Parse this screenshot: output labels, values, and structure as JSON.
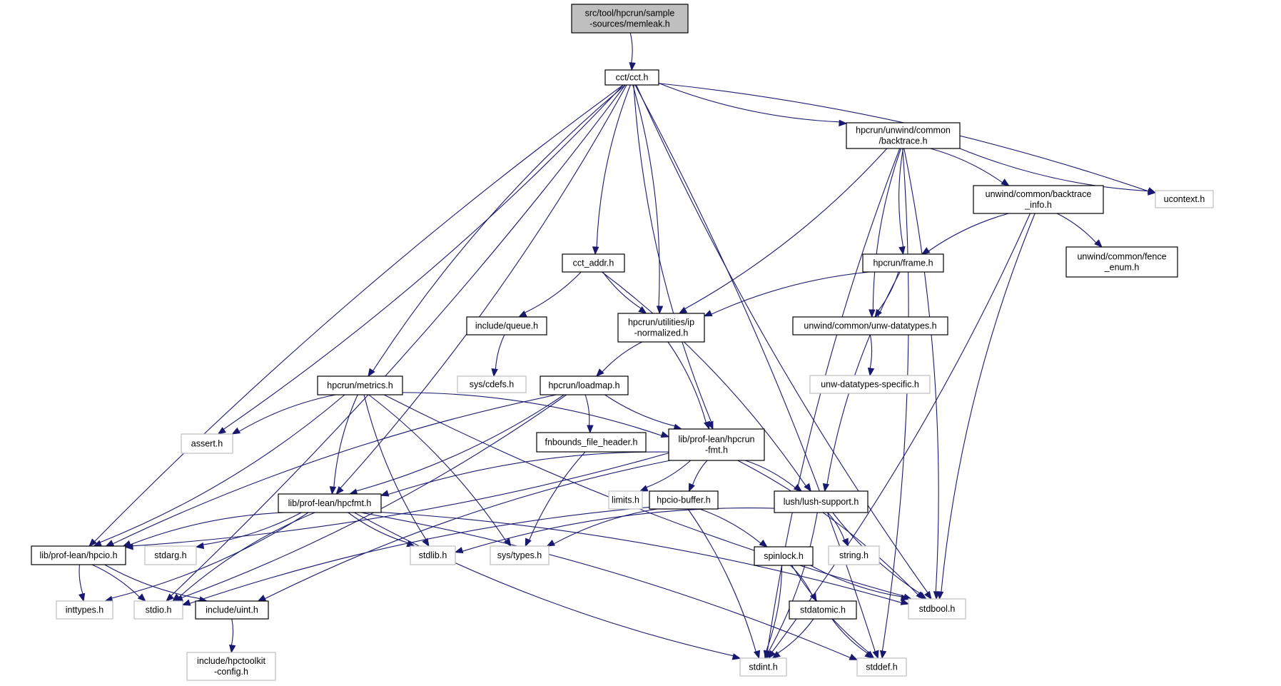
{
  "title": "Include dependency graph for memleak.h",
  "colors": {
    "edge": "#191970",
    "node_border": "#000000",
    "system_border": "#bfbfbf",
    "root_fill": "#bfbfbf"
  },
  "nodes": [
    {
      "id": "memleak",
      "lines": [
        "src/tool/hpcrun/sample",
        "-sources/memleak.h"
      ],
      "kind": "root"
    },
    {
      "id": "cct",
      "lines": [
        "cct/cct.h"
      ],
      "kind": "project"
    },
    {
      "id": "backtrace",
      "lines": [
        "hpcrun/unwind/common",
        "/backtrace.h"
      ],
      "kind": "project"
    },
    {
      "id": "ucontext",
      "lines": [
        "ucontext.h"
      ],
      "kind": "system"
    },
    {
      "id": "bt_info",
      "lines": [
        "unwind/common/backtrace",
        "_info.h"
      ],
      "kind": "project"
    },
    {
      "id": "fence",
      "lines": [
        "unwind/common/fence",
        "_enum.h"
      ],
      "kind": "project"
    },
    {
      "id": "frame",
      "lines": [
        "hpcrun/frame.h"
      ],
      "kind": "project"
    },
    {
      "id": "cct_addr",
      "lines": [
        "cct_addr.h"
      ],
      "kind": "project"
    },
    {
      "id": "ipnorm",
      "lines": [
        "hpcrun/utilities/ip",
        "-normalized.h"
      ],
      "kind": "project"
    },
    {
      "id": "unwdt",
      "lines": [
        "unwind/common/unw-datatypes.h"
      ],
      "kind": "project"
    },
    {
      "id": "queue",
      "lines": [
        "include/queue.h"
      ],
      "kind": "project"
    },
    {
      "id": "cdefs",
      "lines": [
        "sys/cdefs.h"
      ],
      "kind": "system"
    },
    {
      "id": "unwdts",
      "lines": [
        "unw-datatypes-specific.h"
      ],
      "kind": "system"
    },
    {
      "id": "metrics",
      "lines": [
        "hpcrun/metrics.h"
      ],
      "kind": "project"
    },
    {
      "id": "loadmap",
      "lines": [
        "hpcrun/loadmap.h"
      ],
      "kind": "project"
    },
    {
      "id": "assert",
      "lines": [
        "assert.h"
      ],
      "kind": "system"
    },
    {
      "id": "fnbounds",
      "lines": [
        "fnbounds_file_header.h"
      ],
      "kind": "project"
    },
    {
      "id": "hpcrunfmt",
      "lines": [
        "lib/prof-lean/hpcrun",
        "-fmt.h"
      ],
      "kind": "project"
    },
    {
      "id": "hpcfmt",
      "lines": [
        "lib/prof-lean/hpcfmt.h"
      ],
      "kind": "project"
    },
    {
      "id": "limits",
      "lines": [
        "limits.h"
      ],
      "kind": "system"
    },
    {
      "id": "hpciobuf",
      "lines": [
        "hpcio-buffer.h"
      ],
      "kind": "project"
    },
    {
      "id": "lush",
      "lines": [
        "lush/lush-support.h"
      ],
      "kind": "project"
    },
    {
      "id": "hpcio",
      "lines": [
        "lib/prof-lean/hpcio.h"
      ],
      "kind": "project"
    },
    {
      "id": "stdarg",
      "lines": [
        "stdarg.h"
      ],
      "kind": "system"
    },
    {
      "id": "stdlib",
      "lines": [
        "stdlib.h"
      ],
      "kind": "system"
    },
    {
      "id": "systypes",
      "lines": [
        "sys/types.h"
      ],
      "kind": "system"
    },
    {
      "id": "spinlock",
      "lines": [
        "spinlock.h"
      ],
      "kind": "project"
    },
    {
      "id": "string",
      "lines": [
        "string.h"
      ],
      "kind": "system"
    },
    {
      "id": "inttypes",
      "lines": [
        "inttypes.h"
      ],
      "kind": "system"
    },
    {
      "id": "stdio",
      "lines": [
        "stdio.h"
      ],
      "kind": "system"
    },
    {
      "id": "uint",
      "lines": [
        "include/uint.h"
      ],
      "kind": "project"
    },
    {
      "id": "stdbool",
      "lines": [
        "stdbool.h"
      ],
      "kind": "system"
    },
    {
      "id": "stdatomic",
      "lines": [
        "stdatomic.h"
      ],
      "kind": "project"
    },
    {
      "id": "hpctkcfg",
      "lines": [
        "include/hpctoolkit",
        "-config.h"
      ],
      "kind": "system"
    },
    {
      "id": "stdint",
      "lines": [
        "stdint.h"
      ],
      "kind": "system"
    },
    {
      "id": "stddef",
      "lines": [
        "stddef.h"
      ],
      "kind": "system"
    }
  ],
  "edges": [
    [
      "memleak",
      "cct"
    ],
    [
      "cct",
      "backtrace"
    ],
    [
      "cct",
      "ucontext"
    ],
    [
      "cct",
      "cct_addr"
    ],
    [
      "cct",
      "ipnorm"
    ],
    [
      "cct",
      "metrics"
    ],
    [
      "cct",
      "assert"
    ],
    [
      "cct",
      "hpcrunfmt"
    ],
    [
      "cct",
      "hpcfmt"
    ],
    [
      "cct",
      "hpcio"
    ],
    [
      "cct",
      "stdio"
    ],
    [
      "cct",
      "stdbool"
    ],
    [
      "cct",
      "stddef"
    ],
    [
      "backtrace",
      "ucontext"
    ],
    [
      "backtrace",
      "bt_info"
    ],
    [
      "backtrace",
      "frame"
    ],
    [
      "backtrace",
      "ipnorm"
    ],
    [
      "backtrace",
      "unwdt"
    ],
    [
      "backtrace",
      "stdbool"
    ],
    [
      "backtrace",
      "stdint"
    ],
    [
      "backtrace",
      "stddef"
    ],
    [
      "bt_info",
      "frame"
    ],
    [
      "bt_info",
      "fence"
    ],
    [
      "bt_info",
      "stdbool"
    ],
    [
      "bt_info",
      "stdint"
    ],
    [
      "frame",
      "ipnorm"
    ],
    [
      "frame",
      "unwdt"
    ],
    [
      "frame",
      "lush"
    ],
    [
      "cct_addr",
      "queue"
    ],
    [
      "cct_addr",
      "ipnorm"
    ],
    [
      "cct_addr",
      "lush"
    ],
    [
      "queue",
      "cdefs"
    ],
    [
      "unwdt",
      "unwdts"
    ],
    [
      "ipnorm",
      "loadmap"
    ],
    [
      "ipnorm",
      "hpcrunfmt"
    ],
    [
      "metrics",
      "assert"
    ],
    [
      "metrics",
      "hpcrunfmt"
    ],
    [
      "metrics",
      "hpcfmt"
    ],
    [
      "metrics",
      "hpcio"
    ],
    [
      "metrics",
      "stdlib"
    ],
    [
      "metrics",
      "systypes"
    ],
    [
      "metrics",
      "stdbool"
    ],
    [
      "loadmap",
      "fnbounds"
    ],
    [
      "loadmap",
      "hpcrunfmt"
    ],
    [
      "loadmap",
      "hpcfmt"
    ],
    [
      "loadmap",
      "hpcio"
    ],
    [
      "loadmap",
      "stdio"
    ],
    [
      "fnbounds",
      "systypes"
    ],
    [
      "hpcrunfmt",
      "limits"
    ],
    [
      "hpcrunfmt",
      "hpciobuf"
    ],
    [
      "hpcrunfmt",
      "lush"
    ],
    [
      "hpcrunfmt",
      "hpcfmt"
    ],
    [
      "hpcrunfmt",
      "hpcio"
    ],
    [
      "hpcrunfmt",
      "uint"
    ],
    [
      "hpcrunfmt",
      "stdbool"
    ],
    [
      "hpcfmt",
      "hpcio"
    ],
    [
      "hpcfmt",
      "stdarg"
    ],
    [
      "hpcfmt",
      "stdlib"
    ],
    [
      "hpcfmt",
      "inttypes"
    ],
    [
      "hpcfmt",
      "stdio"
    ],
    [
      "hpcfmt",
      "stdbool"
    ],
    [
      "hpcfmt",
      "stdint"
    ],
    [
      "hpcfmt",
      "stddef"
    ],
    [
      "hpciobuf",
      "systypes"
    ],
    [
      "hpciobuf",
      "spinlock"
    ],
    [
      "hpciobuf",
      "stdio"
    ],
    [
      "hpciobuf",
      "stdint"
    ],
    [
      "lush",
      "stdlib"
    ],
    [
      "lush",
      "string"
    ],
    [
      "lush",
      "stdbool"
    ],
    [
      "lush",
      "stdint"
    ],
    [
      "hpcio",
      "inttypes"
    ],
    [
      "hpcio",
      "stdio"
    ],
    [
      "hpcio",
      "uint"
    ],
    [
      "spinlock",
      "stdatomic"
    ],
    [
      "spinlock",
      "stdbool"
    ],
    [
      "spinlock",
      "stdint"
    ],
    [
      "spinlock",
      "stddef"
    ],
    [
      "stdatomic",
      "stdint"
    ],
    [
      "stdatomic",
      "stddef"
    ],
    [
      "uint",
      "hpctkcfg"
    ]
  ]
}
